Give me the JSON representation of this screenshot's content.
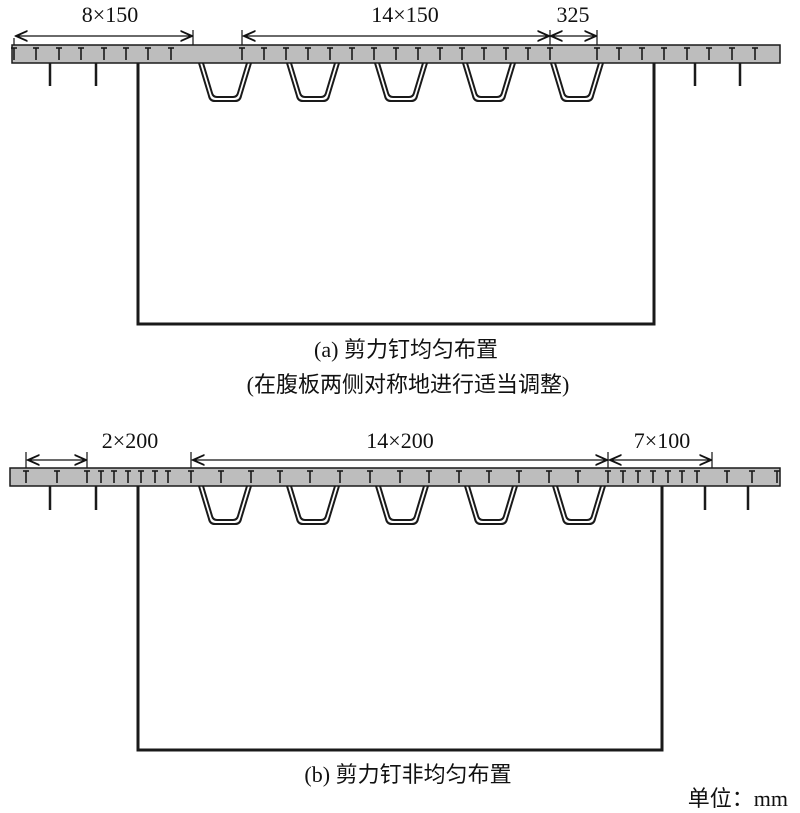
{
  "panels": [
    {
      "dims": [
        "8×150",
        "14×150",
        "325"
      ],
      "caption": "(a) 剪力钉均匀布置",
      "note": "(在腹板两侧对称地进行适当调整)"
    },
    {
      "dims": [
        "2×200",
        "14×200",
        "7×100"
      ],
      "caption": "(b) 剪力钉非均匀布置"
    }
  ],
  "unit_label": "单位：mm",
  "colors": {
    "deck_fill": "#bdbdbd",
    "line": "#1a1a1a"
  }
}
